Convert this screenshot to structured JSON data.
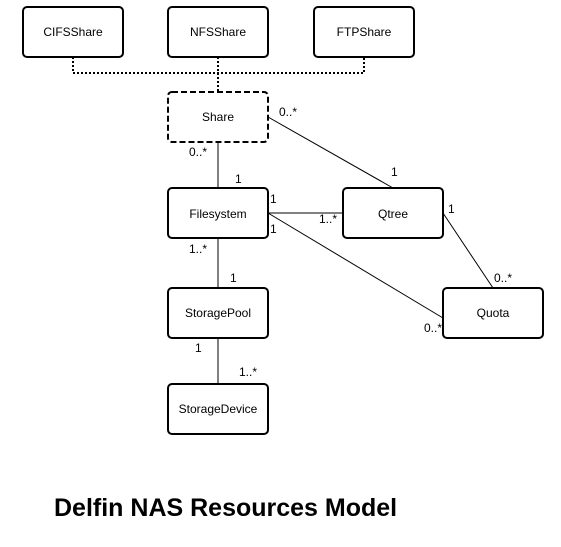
{
  "title": "Delfin NAS Resources Model",
  "nodes": {
    "cifs_share": "CIFSShare",
    "nfs_share": "NFSShare",
    "ftp_share": "FTPShare",
    "share": "Share",
    "filesystem": "Filesystem",
    "qtree": "Qtree",
    "quota": "Quota",
    "storage_pool": "StoragePool",
    "storage_device": "StorageDevice"
  },
  "multiplicities": {
    "share_qtree_share_end": "0..*",
    "share_qtree_qtree_end": "1",
    "share_fs_share_end": "0..*",
    "share_fs_fs_end": "1",
    "fs_qtree_fs_end": "1",
    "fs_qtree_qtree_end": "1..*",
    "fs_quota_fs_end": "1",
    "fs_quota_quota_end": "0..*",
    "qtree_quota_qtree_end": "1",
    "qtree_quota_quota_end": "0..*",
    "fs_pool_fs_end": "1..*",
    "fs_pool_pool_end": "1",
    "pool_device_pool_end": "1",
    "pool_device_device_end": "1..*"
  }
}
